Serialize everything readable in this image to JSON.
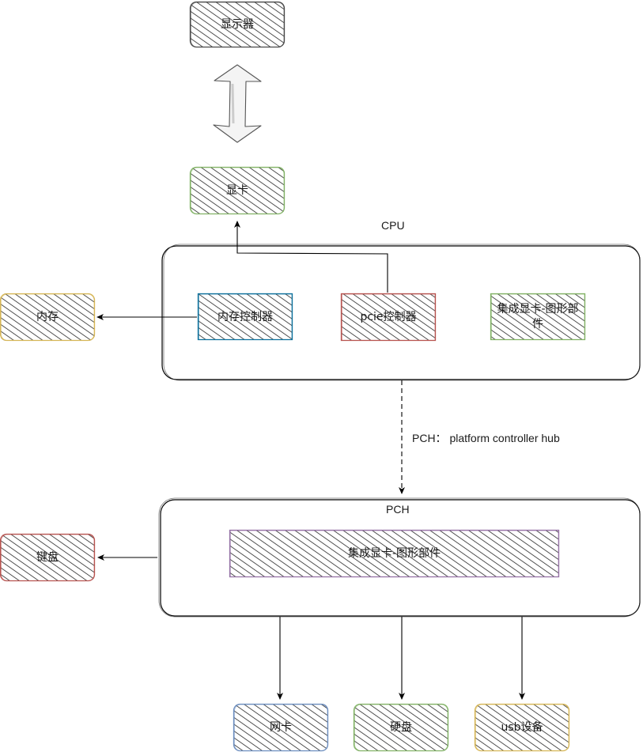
{
  "diagram": {
    "nodes": {
      "monitor": {
        "label": "显示器",
        "stroke": "#4a4a4a",
        "fill": "#dae8fc"
      },
      "gpu": {
        "label": "显卡",
        "stroke": "#82b366",
        "fill": "#d5e8d4"
      },
      "memory": {
        "label": "内存",
        "stroke": "#d6b656",
        "fill": "#ffe6cc"
      },
      "memory_controller": {
        "label": "内存控制器",
        "stroke": "#10739e",
        "fill": "#b1ddf0"
      },
      "pcie_controller": {
        "label": "pcie控制器",
        "stroke": "#b85450",
        "fill": "#f8cecc"
      },
      "cpu_igpu": {
        "label": "集成显卡-图形部件",
        "stroke": "#82b366",
        "fill": "#d5e8d4"
      },
      "keyboard": {
        "label": "键盘",
        "stroke": "#b85450",
        "fill": "#f8cecc"
      },
      "pch_igpu": {
        "label": "集成显卡-图形部件",
        "stroke": "#9673a6",
        "fill": "#e1d5e7"
      },
      "nic": {
        "label": "网卡",
        "stroke": "#6c8ebf",
        "fill": "#dae8fc"
      },
      "disk": {
        "label": "硬盘",
        "stroke": "#82b366",
        "fill": "#d5e8d4"
      },
      "usb": {
        "label": "usb设备",
        "stroke": "#d6b656",
        "fill": "#fff2cc"
      }
    },
    "containers": {
      "cpu": {
        "label": "CPU"
      },
      "pch": {
        "label": "PCH"
      }
    },
    "edge_labels": {
      "cpu_to_pch": "PCH：  platform controller hub"
    }
  }
}
